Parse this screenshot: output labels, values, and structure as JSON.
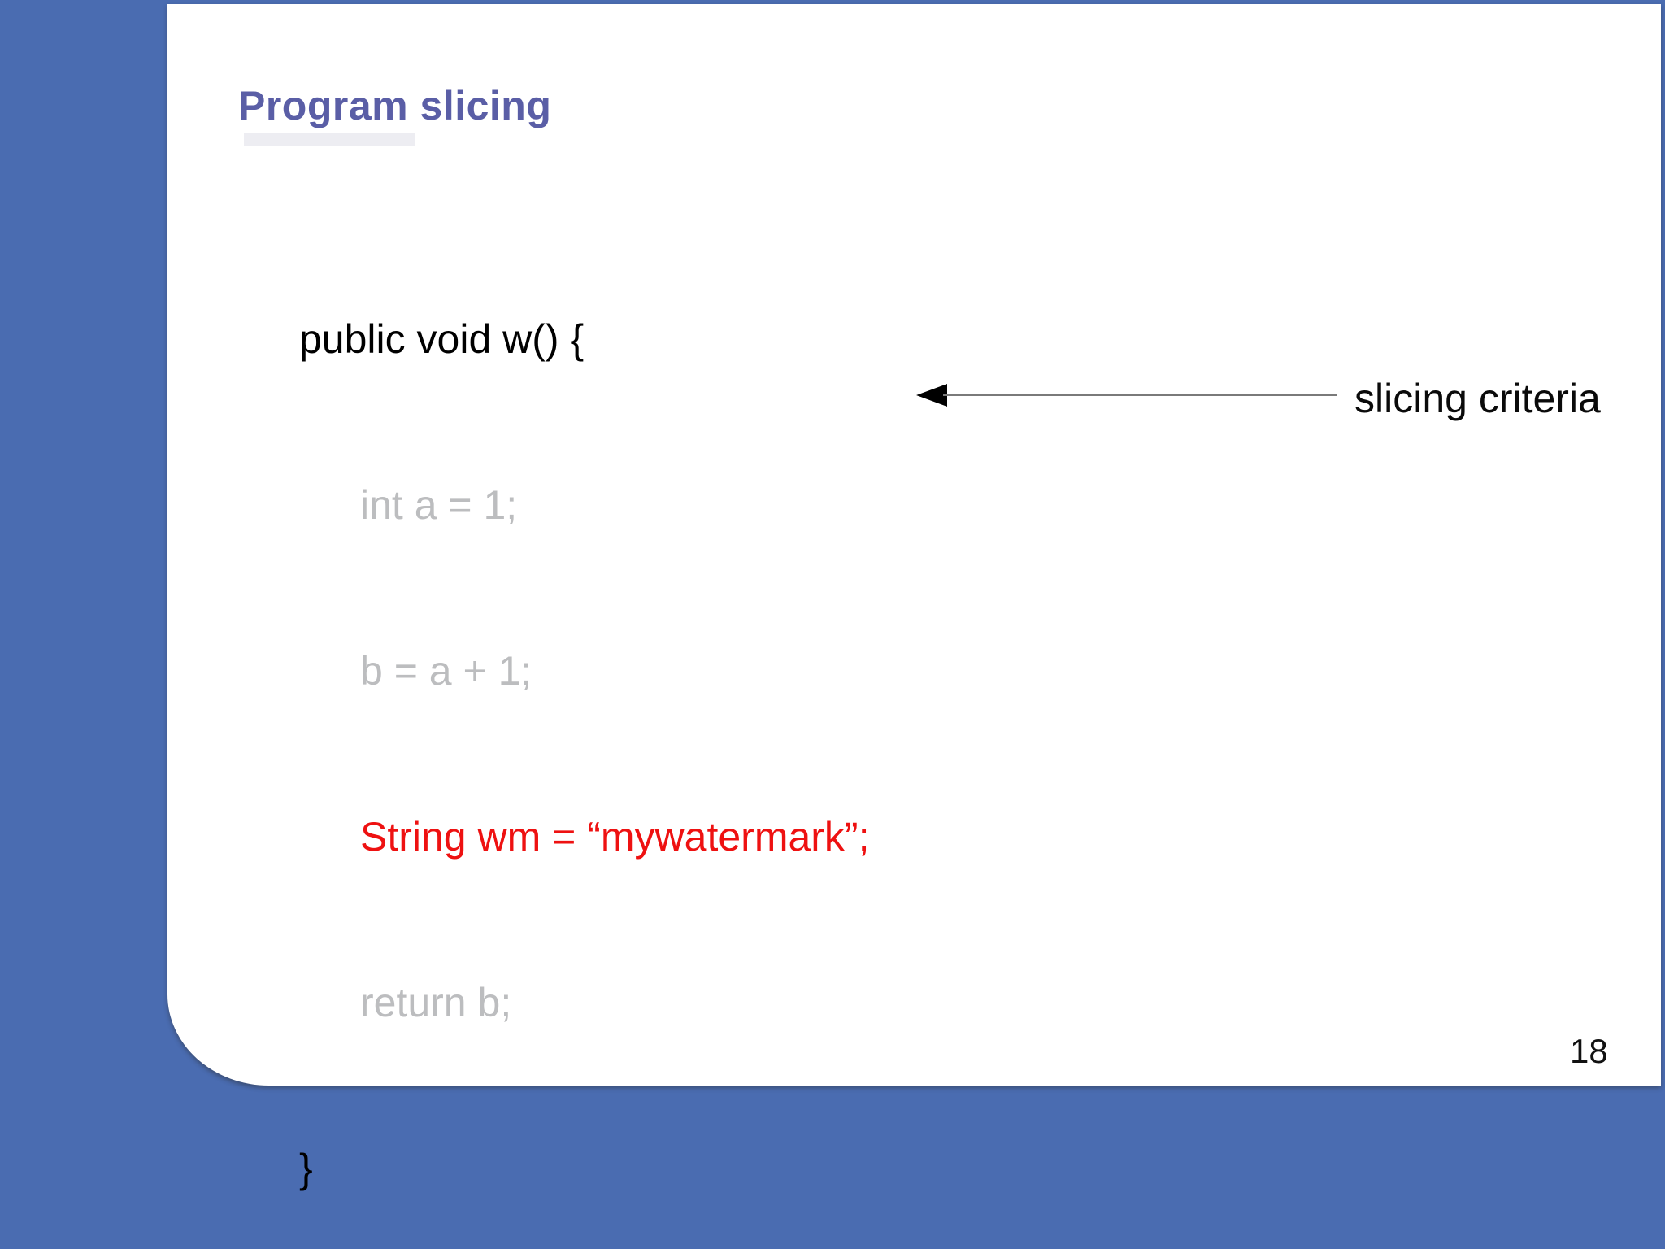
{
  "slide": {
    "title": "Program slicing",
    "page_number": "18",
    "code": {
      "lines": [
        {
          "text": "public void w() {",
          "style": "active"
        },
        {
          "text": "int a = 1;",
          "style": "sliced"
        },
        {
          "text": "b = a + 1;",
          "style": "sliced"
        },
        {
          "text": "String wm = “mywatermark”;",
          "style": "criteria"
        },
        {
          "text": "return b;",
          "style": "sliced"
        },
        {
          "text": "}",
          "style": "active"
        }
      ]
    },
    "annotation": {
      "label": "slicing criteria",
      "arrow_icon": "left-arrow"
    },
    "colors": {
      "background_blue": "#4a6cb1",
      "title_purple": "#5a5ea6",
      "criteria_red": "#ee1111",
      "sliced_gray": "#bcbdbf",
      "text_black": "#000000",
      "arrow_line_gray": "#7a7a7a"
    }
  }
}
